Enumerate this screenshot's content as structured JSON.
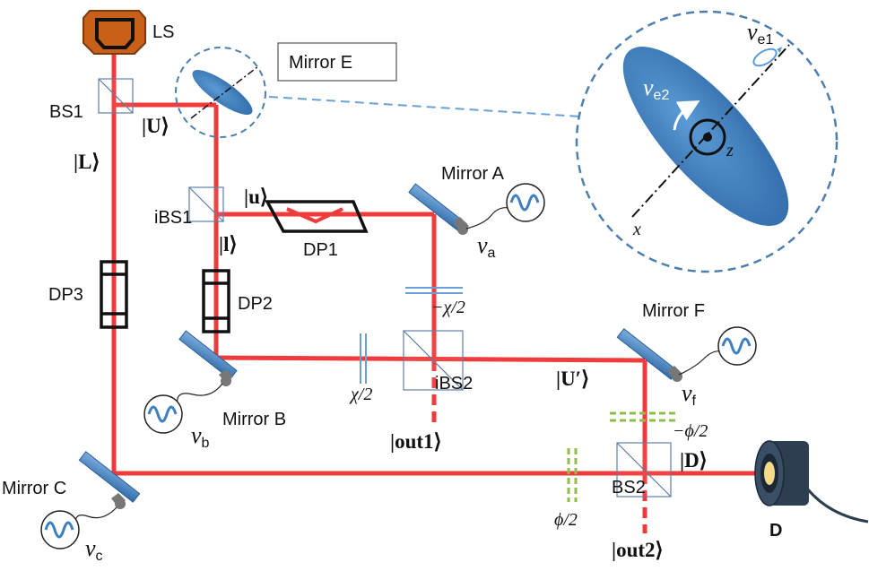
{
  "colors": {
    "beam": "#ef3b3b",
    "mirror": "#3d7fc0",
    "mirror_dark": "#2b5d94",
    "laser": "#c8601a",
    "phase_plate": "#8fbd4a",
    "waveplate": "#6aa0d4",
    "callout": "#4d7fae"
  },
  "labels": {
    "laser": "LS",
    "bs1": "BS1",
    "ibs1": "iBS1",
    "ibs2": "iBS2",
    "bs2": "BS2",
    "dp1": "DP1",
    "dp2": "DP2",
    "dp3": "DP3",
    "mirror_a": "Mirror A",
    "mirror_b": "Mirror B",
    "mirror_c": "Mirror C",
    "mirror_f": "Mirror F",
    "mirror_e": "Mirror E",
    "detector": "D"
  },
  "kets": {
    "U": "|U⟩",
    "L": "|L⟩",
    "u": "|u⟩",
    "l": "|l⟩",
    "U_prime": "|U′⟩",
    "D": "|D⟩",
    "out1": "|out1⟩",
    "out2": "|out2⟩"
  },
  "phases": {
    "neg_chi": "−χ/2",
    "chi": "χ/2",
    "neg_phi": "−ϕ/2",
    "phi": "ϕ/2"
  },
  "frequencies": {
    "a": {
      "sym": "ν",
      "sub": "a"
    },
    "b": {
      "sym": "ν",
      "sub": "b"
    },
    "c": {
      "sym": "ν",
      "sub": "c"
    },
    "f": {
      "sym": "ν",
      "sub": "f"
    },
    "e1": {
      "sym": "ν",
      "sub": "e1"
    },
    "e2": {
      "sym": "ν",
      "sub": "e2"
    }
  },
  "inset_axes": {
    "x": "x",
    "z": "z"
  },
  "icons": [
    "laser-source-icon",
    "oscillator-icon",
    "detector-icon",
    "rotation-arrow-icon"
  ]
}
